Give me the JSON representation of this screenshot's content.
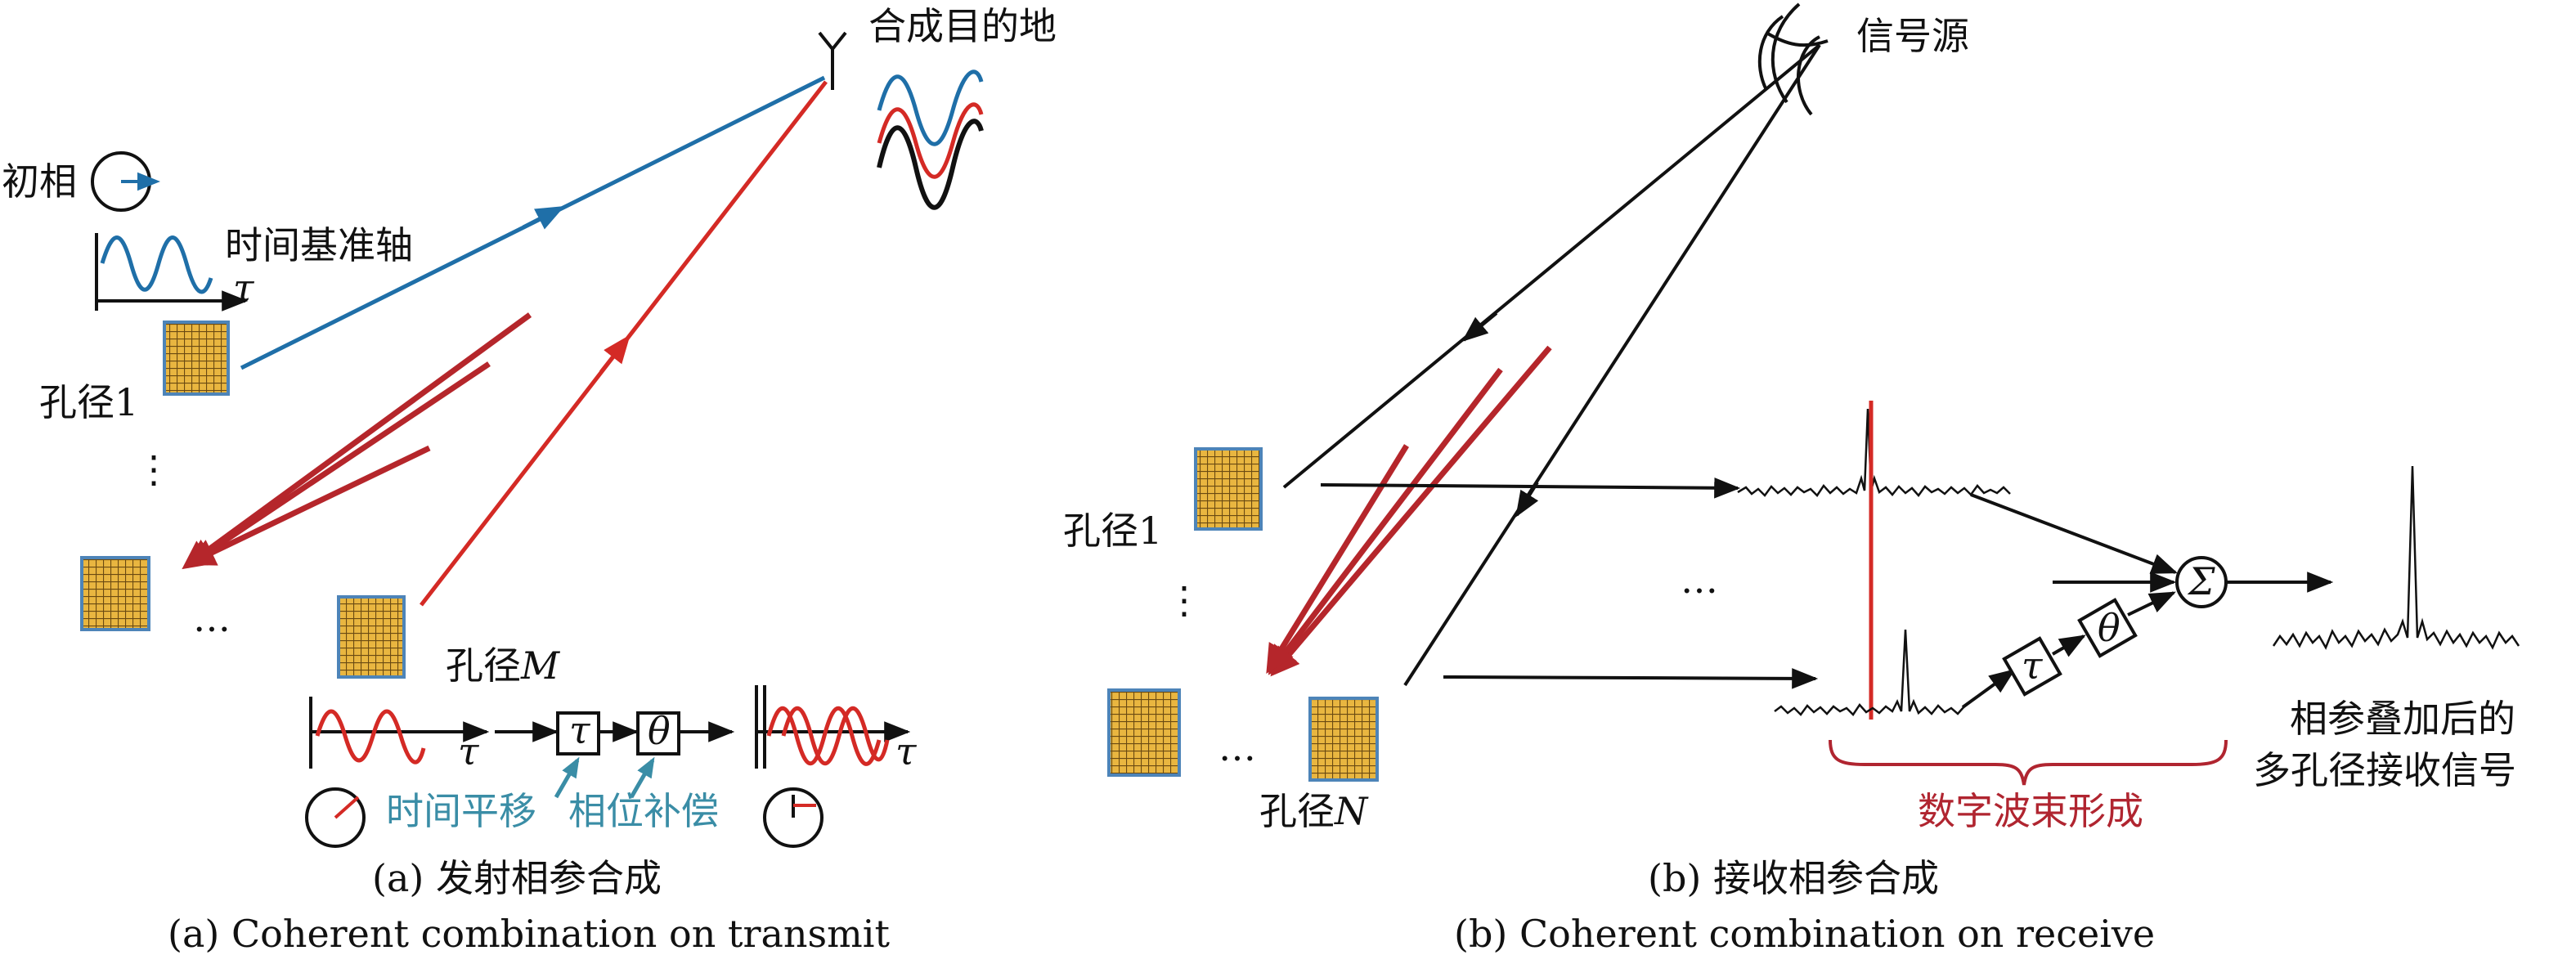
{
  "left": {
    "target_label": "合成目的地",
    "initial_phase_label": "初相",
    "time_axis_label": "时间基准轴",
    "tau": "τ",
    "aperture1": "孔径1",
    "vdots": "⋮",
    "hdots": "…",
    "apertureM_prefix": "孔径",
    "apertureM_var": "M",
    "tau_box": "τ",
    "theta_box": "θ",
    "time_shift": "时间平移",
    "phase_comp": "相位补偿",
    "caption_cn": "(a) 发射相参合成",
    "caption_en": "(a) Coherent combination on transmit"
  },
  "right": {
    "source_label": "信号源",
    "aperture1": "孔径1",
    "vdots": "⋮",
    "hdots_mid": "…",
    "hdots_low": "…",
    "apertureN_prefix": "孔径",
    "apertureN_var": "N",
    "tau_box": "τ",
    "theta_box": "θ",
    "sum_symbol": "Σ",
    "dbf_label": "数字波束形成",
    "result_line1": "相参叠加后的",
    "result_line2": "多孔径接收信号",
    "caption_cn": "(b) 接收相参合成",
    "caption_en": "(b) Coherent combination on receive"
  },
  "colors": {
    "blue": "#1f6fa8",
    "red": "#d42a25",
    "darkred": "#b5262b",
    "teal": "#3a8da6",
    "panel": "#e8b43a",
    "panel_edge": "#4d84b8",
    "dbf": "#b02530"
  }
}
